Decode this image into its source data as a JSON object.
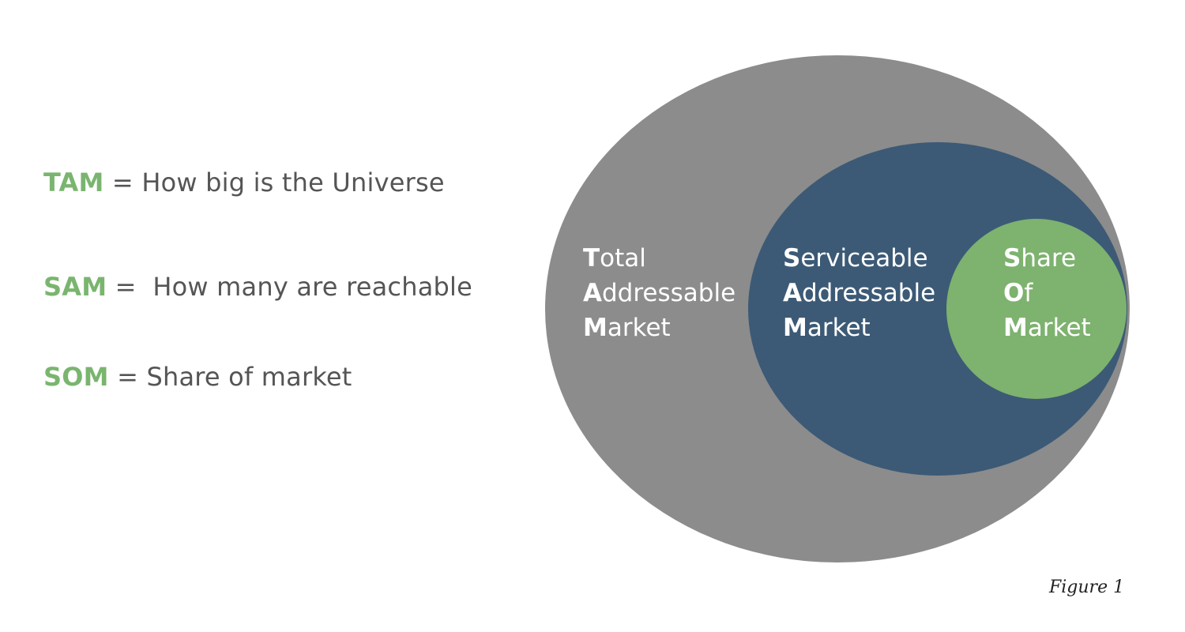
{
  "definitions": [
    {
      "abbr": "TAM",
      "text": " = How big is the Universe"
    },
    {
      "abbr": "SAM",
      "text": " =  How many are reachable"
    },
    {
      "abbr": "SOM",
      "text": " = Share of market"
    }
  ],
  "diagram": {
    "tam": {
      "color": "#8c8c8c",
      "lines": [
        {
          "cap": "T",
          "rest": "otal"
        },
        {
          "cap": "A",
          "rest": "ddressable"
        },
        {
          "cap": "M",
          "rest": "arket"
        }
      ]
    },
    "sam": {
      "color": "#3c5a76",
      "lines": [
        {
          "cap": "S",
          "rest": "erviceable"
        },
        {
          "cap": "A",
          "rest": "ddressable"
        },
        {
          "cap": "M",
          "rest": "arket"
        }
      ]
    },
    "som": {
      "color": "#7eb26f",
      "lines": [
        {
          "cap": "S",
          "rest": "hare"
        },
        {
          "cap": "O",
          "rest": "f"
        },
        {
          "cap": "M",
          "rest": "arket"
        }
      ]
    }
  },
  "colors": {
    "accent_green": "#7ab56f",
    "definition_text": "#555555"
  },
  "caption": "Figure 1"
}
